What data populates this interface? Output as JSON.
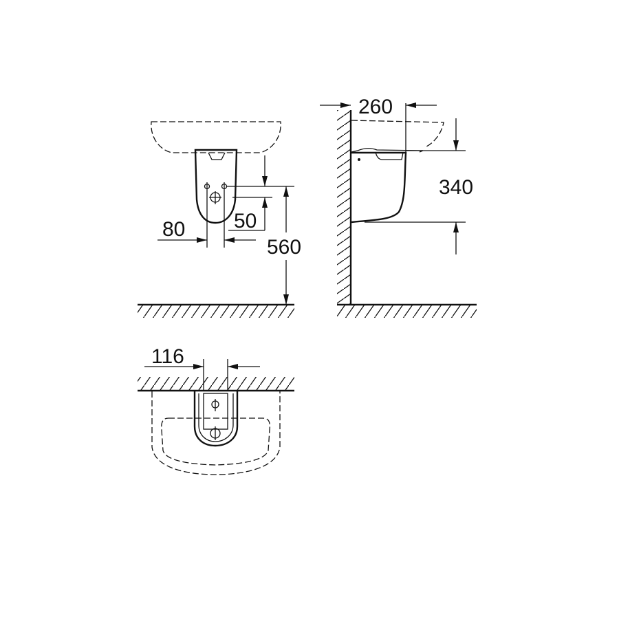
{
  "diagram": {
    "front_view": {
      "dim_width_80": "80",
      "dim_offset_50": "50",
      "dim_height_560": "560"
    },
    "side_view": {
      "dim_depth_260": "260",
      "dim_height_340": "340"
    },
    "plan_view": {
      "dim_width_116": "116"
    }
  },
  "colors": {
    "line": "#111111",
    "background": "#ffffff"
  }
}
